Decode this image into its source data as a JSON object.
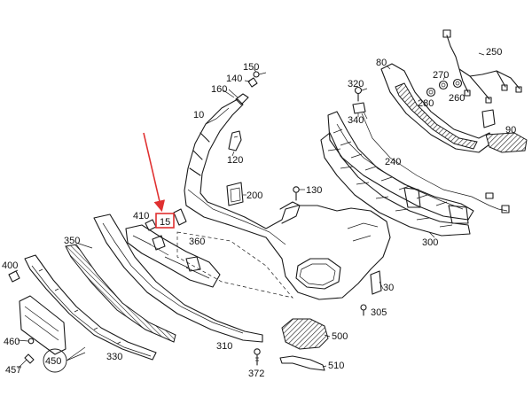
{
  "diagram": {
    "highlight_color": "#e03030",
    "line_color": "#1a1a1a",
    "background": "#ffffff",
    "highlighted_part": "15",
    "circled_part": "450"
  },
  "labels": {
    "p10": "10",
    "p15": "15",
    "p30": "30",
    "p80": "80",
    "p90": "90",
    "p120": "120",
    "p130": "130",
    "p140": "140",
    "p150": "150",
    "p160": "160",
    "p200": "200",
    "p240": "240",
    "p250": "250",
    "p260": "260",
    "p270": "270",
    "p280": "280",
    "p300": "300",
    "p305": "305",
    "p310": "310",
    "p320": "320",
    "p330": "330",
    "p340": "340",
    "p350": "350",
    "p360": "360",
    "p372": "372",
    "p400": "400",
    "p410": "410",
    "p450": "450",
    "p457": "457",
    "p460": "460",
    "p500": "500",
    "p510": "510"
  }
}
